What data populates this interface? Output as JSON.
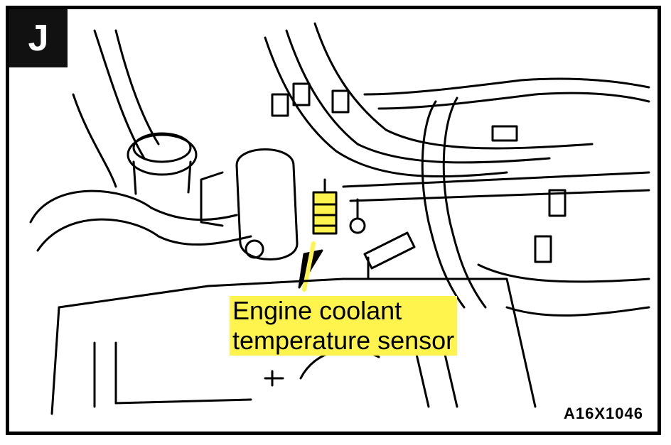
{
  "figure": {
    "panel_letter": "J",
    "label_line1": "Engine coolant",
    "label_line2": "temperature sensor",
    "figure_code": "A16X1046",
    "colors": {
      "highlight": "#fff34d",
      "line": "#000000",
      "background": "#ffffff"
    }
  }
}
